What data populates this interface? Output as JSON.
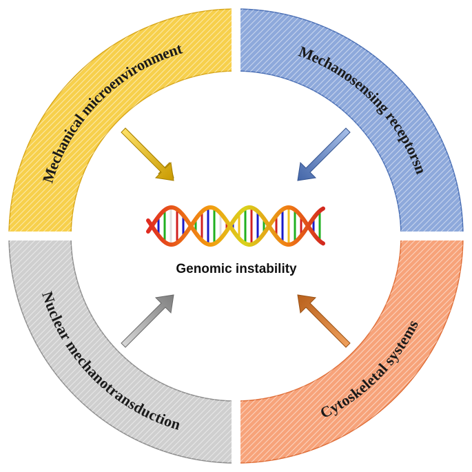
{
  "center": {
    "title": "Genomic instability",
    "icon": "dna-double-helix-icon"
  },
  "quadrants": {
    "top_left": {
      "label": "Mechanical microenvironment",
      "color": "#F7D04C",
      "stroke": "#D9A81A",
      "arrow_color": "#E3B400"
    },
    "top_right": {
      "label": "Mechanosensing receptorsn",
      "color": "#8EA9DB",
      "stroke": "#4A6FB5",
      "arrow_color": "#5B80C0"
    },
    "bottom_left": {
      "label": "Nuclear mechanotransduction",
      "color": "#CFCFCF",
      "stroke": "#8E8E8E",
      "arrow_color": "#9A9A9A"
    },
    "bottom_right": {
      "label": "Cytoskeletal systems",
      "color": "#F7A37A",
      "stroke": "#E0703A",
      "arrow_color": "#D77B36"
    }
  }
}
